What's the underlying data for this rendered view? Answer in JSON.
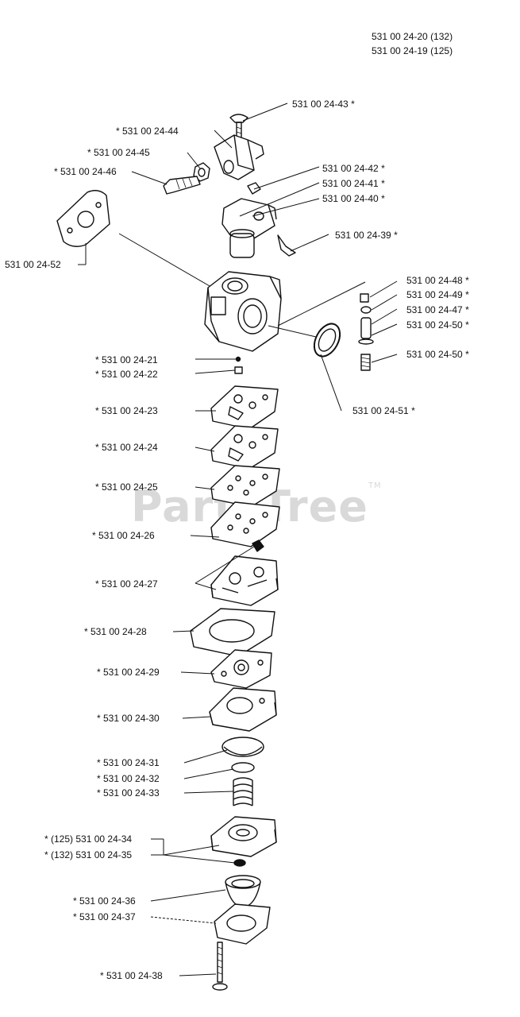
{
  "header": {
    "model_lines": [
      "531 00 24-20 (132)",
      "531 00 24-19 (125)"
    ]
  },
  "watermark": {
    "text": "PartsTree",
    "mark": "TM"
  },
  "parts": [
    {
      "id": "p43",
      "text": "531 00 24-43  *"
    },
    {
      "id": "p44",
      "text": "*  531 00 24-44"
    },
    {
      "id": "p45",
      "text": "*  531 00 24-45"
    },
    {
      "id": "p46",
      "text": "*  531 00 24-46"
    },
    {
      "id": "p42",
      "text": "531 00 24-42  *"
    },
    {
      "id": "p41",
      "text": "531 00 24-41  *"
    },
    {
      "id": "p40",
      "text": "531 00 24-40  *"
    },
    {
      "id": "p39",
      "text": "531 00 24-39  *"
    },
    {
      "id": "p52",
      "text": "531 00 24-52"
    },
    {
      "id": "p48",
      "text": "531 00 24-48  *"
    },
    {
      "id": "p49",
      "text": "531 00 24-49  *"
    },
    {
      "id": "p47",
      "text": "531 00 24-47  *"
    },
    {
      "id": "p50a",
      "text": "531 00 24-50  *"
    },
    {
      "id": "p50b",
      "text": "531 00 24-50  *"
    },
    {
      "id": "p21",
      "text": "*  531 00 24-21"
    },
    {
      "id": "p22",
      "text": "*  531 00 24-22"
    },
    {
      "id": "p51",
      "text": "531 00 24-51  *"
    },
    {
      "id": "p23",
      "text": "*  531 00 24-23"
    },
    {
      "id": "p24",
      "text": "*  531 00 24-24"
    },
    {
      "id": "p25",
      "text": "*  531 00 24-25"
    },
    {
      "id": "p26",
      "text": "*  531 00 24-26"
    },
    {
      "id": "p27",
      "text": "*  531 00 24-27"
    },
    {
      "id": "p28",
      "text": "*  531 00 24-28"
    },
    {
      "id": "p29",
      "text": "*  531 00 24-29"
    },
    {
      "id": "p30",
      "text": "*  531 00 24-30"
    },
    {
      "id": "p31",
      "text": "*  531 00 24-31"
    },
    {
      "id": "p32",
      "text": "*  531 00 24-32"
    },
    {
      "id": "p33",
      "text": "*  531 00 24-33"
    },
    {
      "id": "p34",
      "text": "*  (125) 531 00 24-34"
    },
    {
      "id": "p35",
      "text": "*  (132) 531 00 24-35"
    },
    {
      "id": "p36",
      "text": "*  531 00 24-36"
    },
    {
      "id": "p37",
      "text": "*  531 00 24-37"
    },
    {
      "id": "p38",
      "text": "*  531 00 24-38"
    }
  ]
}
